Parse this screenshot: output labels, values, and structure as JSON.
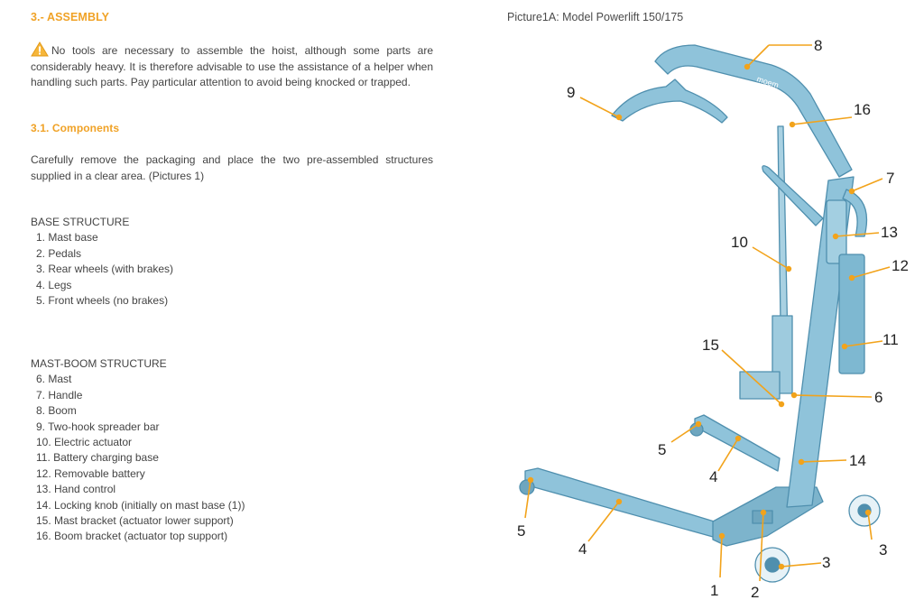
{
  "section": {
    "title": "3.- ASSEMBLY",
    "warning_text": "No tools are necessary to assemble the hoist, although some parts are considerably heavy.  It is therefore advisable to use the assistance of a helper when handling such parts.  Pay particular attention to avoid being knocked or trapped.",
    "warning_icon": "warning-triangle-icon"
  },
  "subsection": {
    "title": "3.1. Components",
    "intro": "Carefully remove the packaging and place the two pre-assembled structures supplied in a clear area. (Pictures 1)"
  },
  "base_structure": {
    "heading": "BASE STRUCTURE",
    "items": [
      "1. Mast base",
      "2. Pedals",
      "3. Rear wheels (with brakes)",
      "4. Legs",
      "5. Front wheels (no brakes)"
    ]
  },
  "mast_boom_structure": {
    "heading": "MAST-BOOM STRUCTURE",
    "items": [
      "6. Mast",
      "7. Handle",
      "8. Boom",
      "9. Two-hook spreader bar",
      "10. Electric actuator",
      "11. Battery charging base",
      "12. Removable battery",
      "13. Hand control",
      "14. Locking knob (initially on mast base (1))",
      "15. Mast bracket (actuator lower support)",
      "16. Boom bracket (actuator top support)"
    ]
  },
  "figure": {
    "caption": "Picture1A: Model Powerlift 150/175",
    "brand_mark": "moem",
    "callouts": [
      "8",
      "9",
      "16",
      "7",
      "13",
      "10",
      "12",
      "11",
      "15",
      "6",
      "5",
      "14",
      "4",
      "5",
      "4",
      "3",
      "3",
      "1",
      "2"
    ]
  },
  "colors": {
    "accent": "#f0a226",
    "frame": "#8fc3da",
    "frame_dark": "#4f8fae",
    "leader": "#f2a31b"
  }
}
